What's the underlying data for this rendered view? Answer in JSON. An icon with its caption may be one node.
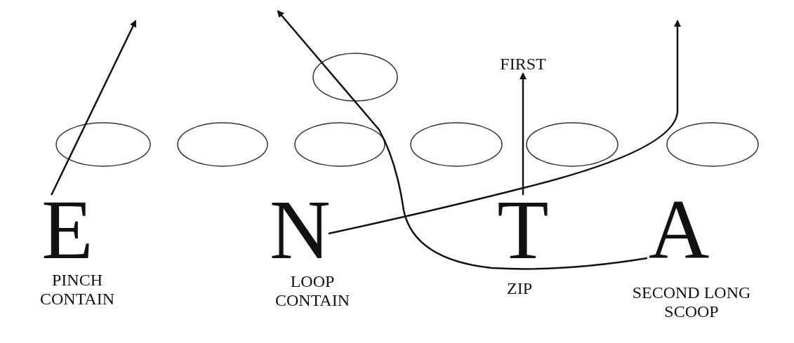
{
  "diagram": {
    "nodes": [
      {
        "text": [
          "FIRST"
        ]
      },
      {
        "text": [],
        "shape": "ellipse"
      },
      {
        "text": [],
        "shape": "ellipse"
      },
      {
        "text": [],
        "shape": "ellipse"
      },
      {
        "text": [],
        "shape": "ellipse"
      },
      {
        "text": [],
        "shape": "ellipse"
      },
      {
        "text": [],
        "shape": "ellipse"
      },
      {
        "text": [],
        "shape": "ellipse"
      },
      {
        "text": [
          "E"
        ],
        "beside": [
          "PINCH CONTAIN"
        ]
      },
      {
        "text": [
          "N"
        ],
        "beside": [
          "LOOP CONTAIN"
        ]
      },
      {
        "text": [
          "T"
        ],
        "beside": [
          "ZIP"
        ]
      },
      {
        "text": [
          "A"
        ],
        "beside": [
          "SECOND LONG SCOOP"
        ]
      }
    ],
    "edges": [
      {
        "from": 8,
        "to": null,
        "arrow": "to"
      },
      {
        "from": 9,
        "to": null,
        "arrow": "to"
      },
      {
        "from": 10,
        "to": 0,
        "arrow": "to"
      },
      {
        "from": 11,
        "to": null,
        "arrow": "to"
      }
    ]
  }
}
